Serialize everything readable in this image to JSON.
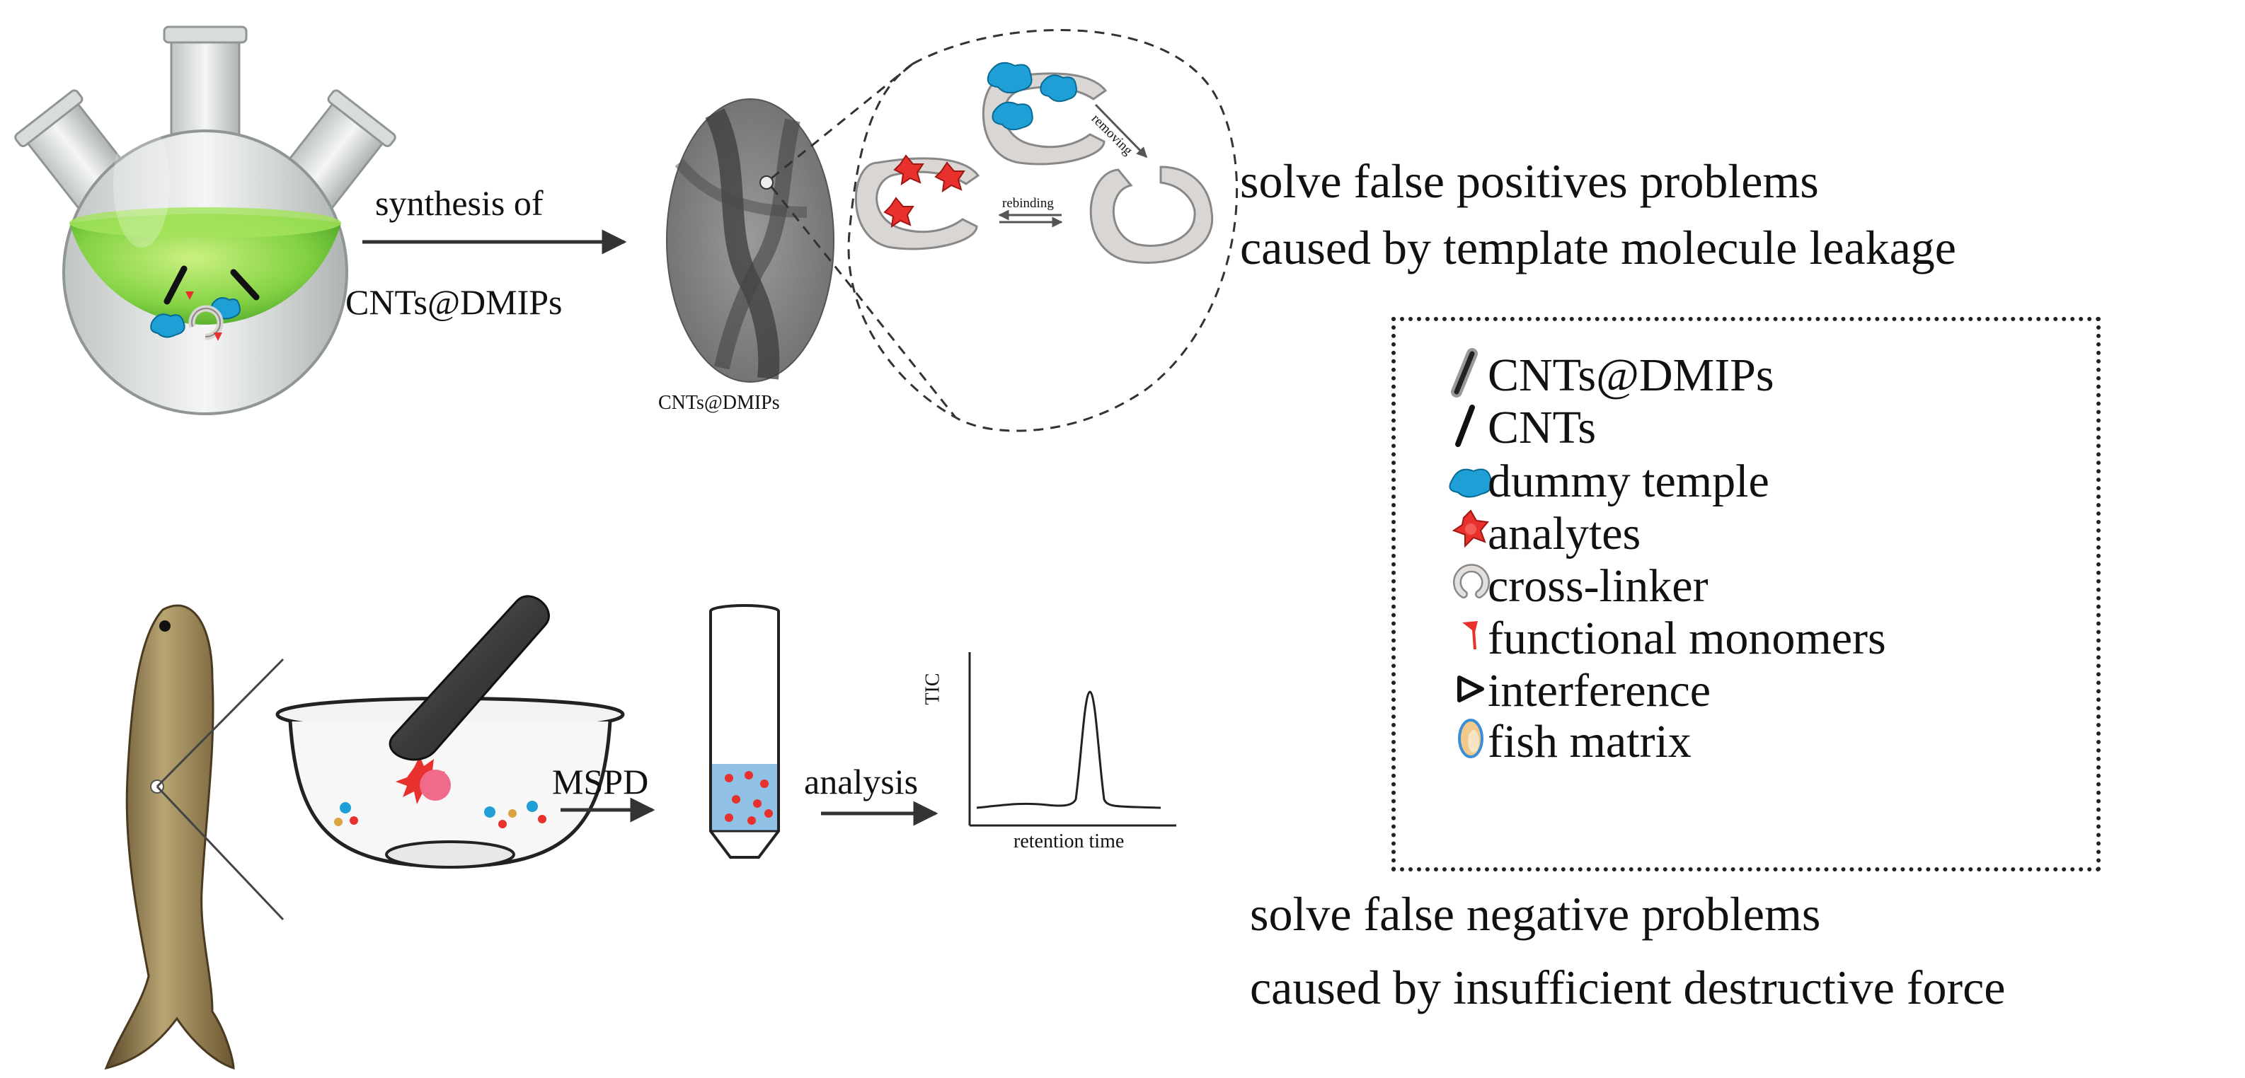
{
  "top_arrow": {
    "line1": "synthesis of",
    "line2": "CNTs@DMIPs"
  },
  "tem_label": "CNTs@DMIPs",
  "callout": {
    "removing": "removing",
    "rebinding": "rebinding"
  },
  "top_conclusion": {
    "line1": "solve false positives problems",
    "line2": "caused by template molecule leakage"
  },
  "bottom_flow": {
    "mspd": "MSPD",
    "analysis": "analysis"
  },
  "chromatogram": {
    "ylabel": "TIC",
    "xlabel": "retention time"
  },
  "legend": {
    "items": [
      {
        "icon": "cnts-dmips-icon",
        "label": "CNTs@DMIPs"
      },
      {
        "icon": "cnts-icon",
        "label": "CNTs"
      },
      {
        "icon": "dummy-template-icon",
        "label": "dummy temple"
      },
      {
        "icon": "analyte-icon",
        "label": "analytes"
      },
      {
        "icon": "cross-linker-icon",
        "label": "cross-linker"
      },
      {
        "icon": "functional-monomer-icon",
        "label": "functional monomers"
      },
      {
        "icon": "interference-icon",
        "label": "interference"
      },
      {
        "icon": "fish-matrix-icon",
        "label": "fish matrix"
      }
    ]
  },
  "bottom_conclusion": {
    "line1": "solve false negative problems",
    "line2": "caused by insufficient destructive force"
  },
  "colors": {
    "flask_liquid": "#7fd23c",
    "dummy_template": "#1e9fd6",
    "analyte": "#e8302c",
    "cross_linker": "#d9d6d3",
    "fish_body": "#9c8a60",
    "column_liquid": "#7fb6e2"
  }
}
